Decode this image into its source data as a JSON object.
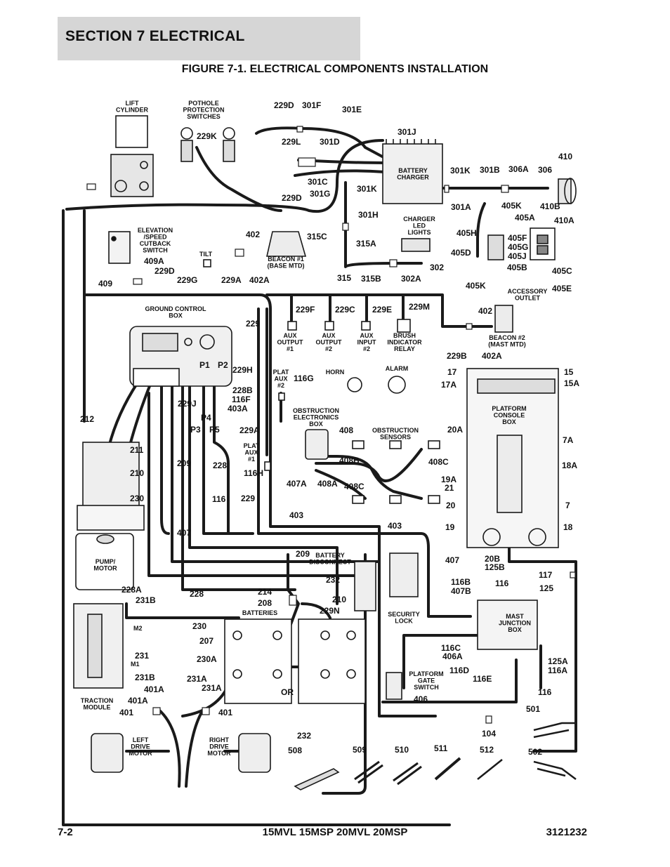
{
  "header": {
    "section": "SECTION 7   ELECTRICAL",
    "figure_title": "FIGURE 7-1. ELECTRICAL COMPONENTS INSTALLATION"
  },
  "footer": {
    "page": "7-2",
    "models": "15MVL 15MSP 20MVL 20MSP",
    "doc_number": "3121232"
  },
  "components": {
    "lift_cylinder": "LIFT|CYLINDER",
    "pothole": "POTHOLE|PROTECTION|SWITCHES",
    "battery_charger": "BATTERY|CHARGER",
    "elevation": "ELEVATION|/SPEED|CUTBACK|SWITCH",
    "charger_led": "CHARGER|LED|LIGHTS",
    "tilt": "TILT",
    "beacon1": "BEACON #1|(BASE MTD)",
    "accessory": "ACCESSORY|OUTLET",
    "ground_control": "GROUND CONTROL|BOX",
    "aux_out1": "AUX|OUTPUT|#1",
    "aux_out2": "AUX|OUTPUT|#2",
    "aux_in2": "AUX|INPUT|#2",
    "brush": "BRUSH|INDICATOR|RELAY",
    "beacon2": "BEACON #2|(MAST MTD)",
    "horn": "HORN",
    "alarm": "ALARM",
    "plat_aux2": "PLAT|AUX|#2",
    "plat_aux1": "PLAT|AUX|#1",
    "platform_console": "PLATFORM|CONSOLE|BOX",
    "obstruction_box": "OBSTRUCTION|ELECTRONICS|BOX",
    "obstruction_sensors": "OBSTRUCTION|SENSORS",
    "pump_motor": "PUMP/|MOTOR",
    "battery_disconnect": "BATTERY|DISCONNECT",
    "batteries": "BATTERIES",
    "security_lock": "SECURITY|LOCK",
    "mast_junction": "MAST|JUNCTION|BOX",
    "platform_gate": "PLATFORM|GATE|SWITCH",
    "traction_module": "TRACTION|MODULE",
    "left_drive": "LEFT|DRIVE|MOTOR",
    "right_drive": "RIGHT|DRIVE|MOTOR",
    "or_label": "OR",
    "m1": "M1",
    "m2": "M2"
  },
  "callouts": [
    {
      "t": "229D"
    },
    {
      "t": "301F"
    },
    {
      "t": "301E"
    },
    {
      "t": "229K"
    },
    {
      "t": "301J"
    },
    {
      "t": "229L"
    },
    {
      "t": "301D"
    },
    {
      "t": "410"
    },
    {
      "t": "301K"
    },
    {
      "t": "301B"
    },
    {
      "t": "306A"
    },
    {
      "t": "306"
    },
    {
      "t": "301C"
    },
    {
      "t": "301G"
    },
    {
      "t": "301K"
    },
    {
      "t": "410B"
    },
    {
      "t": "229D"
    },
    {
      "t": "301A"
    },
    {
      "t": "405K"
    },
    {
      "t": "301H"
    },
    {
      "t": "405A"
    },
    {
      "t": "410A"
    },
    {
      "t": "315C"
    },
    {
      "t": "405H"
    },
    {
      "t": "405F"
    },
    {
      "t": "405G"
    },
    {
      "t": "405J"
    },
    {
      "t": "402"
    },
    {
      "t": "315A"
    },
    {
      "t": "405D"
    },
    {
      "t": "409A"
    },
    {
      "t": "229D"
    },
    {
      "t": "302"
    },
    {
      "t": "405B"
    },
    {
      "t": "405C"
    },
    {
      "t": "409"
    },
    {
      "t": "229G"
    },
    {
      "t": "229A"
    },
    {
      "t": "402A"
    },
    {
      "t": "315"
    },
    {
      "t": "315B"
    },
    {
      "t": "302A"
    },
    {
      "t": "405K"
    },
    {
      "t": "405E"
    },
    {
      "t": "229F"
    },
    {
      "t": "229C"
    },
    {
      "t": "229E"
    },
    {
      "t": "229M"
    },
    {
      "t": "402"
    },
    {
      "t": "229"
    },
    {
      "t": "229B"
    },
    {
      "t": "402A"
    },
    {
      "t": "P1"
    },
    {
      "t": "P2"
    },
    {
      "t": "229H"
    },
    {
      "t": "116G"
    },
    {
      "t": "228B"
    },
    {
      "t": "116F"
    },
    {
      "t": "229J"
    },
    {
      "t": "403A"
    },
    {
      "t": "P4"
    },
    {
      "t": "P3"
    },
    {
      "t": "P5"
    },
    {
      "t": "212"
    },
    {
      "t": "229A"
    },
    {
      "t": "408"
    },
    {
      "t": "211"
    },
    {
      "t": "209"
    },
    {
      "t": "228"
    },
    {
      "t": "116H"
    },
    {
      "t": "408B"
    },
    {
      "t": "408C"
    },
    {
      "t": "210"
    },
    {
      "t": "407A"
    },
    {
      "t": "408A"
    },
    {
      "t": "408C"
    },
    {
      "t": "230"
    },
    {
      "t": "116"
    },
    {
      "t": "229"
    },
    {
      "t": "403"
    },
    {
      "t": "407"
    },
    {
      "t": "403"
    },
    {
      "t": "209"
    },
    {
      "t": "407"
    },
    {
      "t": "17"
    },
    {
      "t": "17A"
    },
    {
      "t": "15"
    },
    {
      "t": "15A"
    },
    {
      "t": "20A"
    },
    {
      "t": "7A"
    },
    {
      "t": "18A"
    },
    {
      "t": "19A"
    },
    {
      "t": "21"
    },
    {
      "t": "20"
    },
    {
      "t": "7"
    },
    {
      "t": "19"
    },
    {
      "t": "18"
    },
    {
      "t": "20B"
    },
    {
      "t": "125B"
    },
    {
      "t": "117"
    },
    {
      "t": "116B"
    },
    {
      "t": "407B"
    },
    {
      "t": "116"
    },
    {
      "t": "125"
    },
    {
      "t": "228A"
    },
    {
      "t": "231B"
    },
    {
      "t": "228"
    },
    {
      "t": "214"
    },
    {
      "t": "208"
    },
    {
      "t": "232"
    },
    {
      "t": "210"
    },
    {
      "t": "229N"
    },
    {
      "t": "230"
    },
    {
      "t": "207"
    },
    {
      "t": "231"
    },
    {
      "t": "230A"
    },
    {
      "t": "231B"
    },
    {
      "t": "231A"
    },
    {
      "t": "401A"
    },
    {
      "t": "231A"
    },
    {
      "t": "401A"
    },
    {
      "t": "401"
    },
    {
      "t": "401"
    },
    {
      "t": "116C"
    },
    {
      "t": "406A"
    },
    {
      "t": "116D"
    },
    {
      "t": "116E"
    },
    {
      "t": "125A"
    },
    {
      "t": "116A"
    },
    {
      "t": "116"
    },
    {
      "t": "406"
    },
    {
      "t": "232"
    },
    {
      "t": "104"
    },
    {
      "t": "501"
    },
    {
      "t": "508"
    },
    {
      "t": "509"
    },
    {
      "t": "510"
    },
    {
      "t": "511"
    },
    {
      "t": "512"
    },
    {
      "t": "502"
    }
  ]
}
